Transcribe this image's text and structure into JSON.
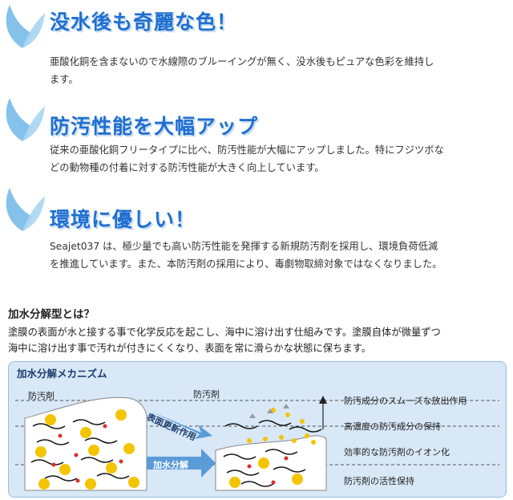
{
  "features": [
    {
      "title": "没水後も奇麗な色！",
      "lines": [
        "亜酸化銅を含まないので水線際のブルーイングが無く、没水後もピュアな色彩を維持し",
        "ます。"
      ]
    },
    {
      "title": "防汚性能を大幅アップ",
      "lines": [
        "従来の亜酸化銅フリータイプに比べ、防汚性能が大幅にアップしました。特にフジツボな",
        "どの動物種の付着に対する防汚性能が大きく向上しています。"
      ]
    },
    {
      "title": "環境に優しい！",
      "lines": [
        "Seajet037 は、極少量でも高い防汚性能を発揮する新規防汚剤を採用し、環境負荷低減",
        "を推進しています。また、本防汚剤の採用により、毒劇物取締対象ではなくなりました。"
      ]
    }
  ],
  "hydrolysis": {
    "heading": "加水分解型とは？",
    "lines": [
      "塗膜の表面が水と接する事で化学反応を起こし、海中に溶け出す仕組みです。塗膜自体が微量ずつ",
      "海中に溶け出す事で汚れが付きにくくなり、表面を常に滑らかな状態に保ちます。"
    ]
  },
  "mechanism": {
    "title": "加水分解メカニズム",
    "label_antifouling_left": "防汚剤",
    "label_antifouling_right": "防汚剤",
    "label_surface_renewal": "表面更新作用",
    "arrow_label": "加水分解",
    "right_labels": [
      "防汚成分のスムーズな放出作用",
      "高濃度の防汚成分の保持",
      "効率的な防汚剤のイオン化",
      "防汚剤の活性保持"
    ]
  },
  "colors": {
    "title_blue": "#1f6fd0",
    "leaf_blue": "#6fb6e8",
    "panel_bg": "#d8e8f7",
    "particle_yellow": "#f5c400",
    "arrow_blue": "#5a9bd8"
  }
}
